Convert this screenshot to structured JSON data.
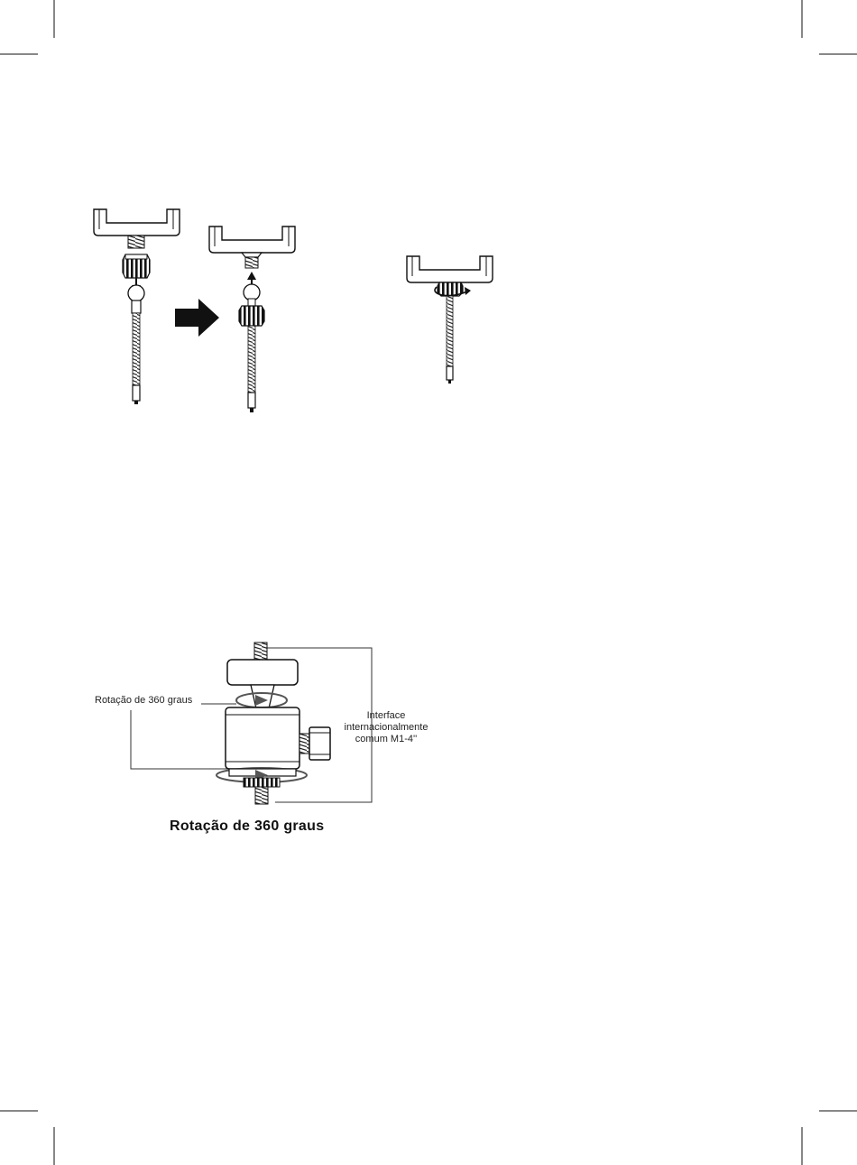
{
  "figure_assembly": {
    "steps": [
      "step-1-attach-ball",
      "step-2-screw-collar",
      "step-3-tighten"
    ],
    "icons": [
      "phone-clamp-icon",
      "threaded-collar-icon",
      "ball-head-icon",
      "gooseneck-icon",
      "direction-arrow-icon",
      "rotate-arrow-icon"
    ]
  },
  "figure_ballhead": {
    "label_rotation": "Rotação de 360 graus",
    "label_interface_line1": "Interface",
    "label_interface_line2": "internacionalmente",
    "label_interface_line3": "comum M1-4''",
    "caption": "Rotação de 360 graus"
  }
}
